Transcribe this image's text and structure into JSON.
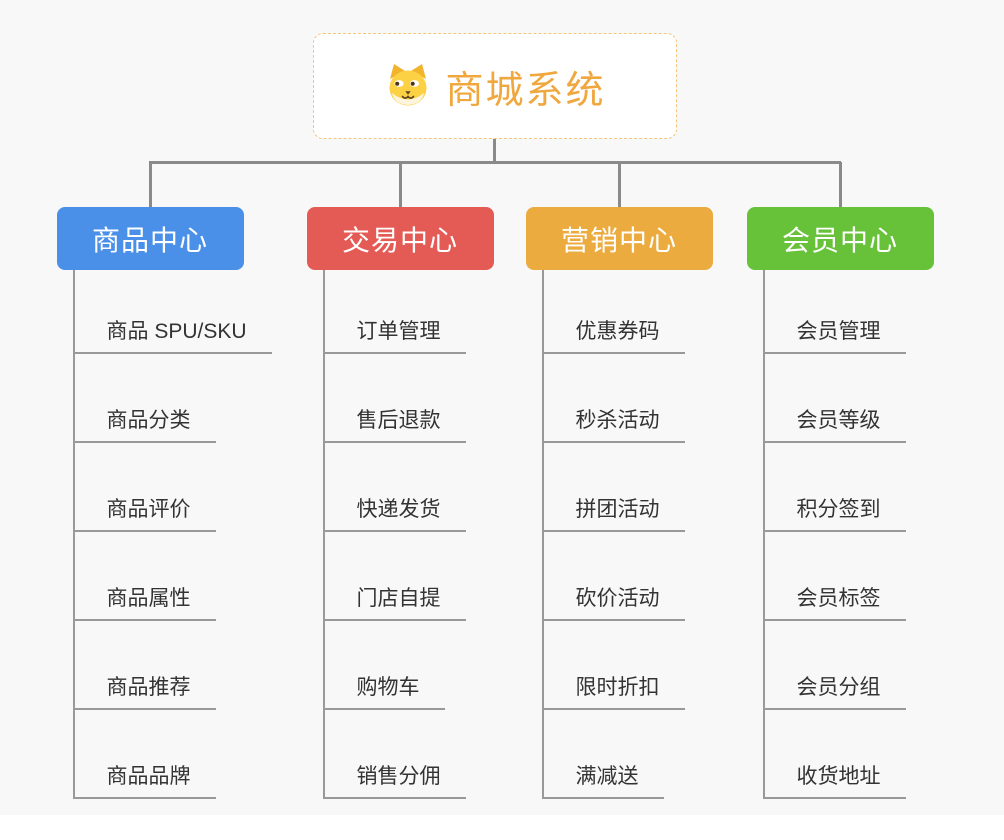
{
  "root": {
    "title": "商城系统",
    "icon": "dog-icon"
  },
  "branches": [
    {
      "label": "商品中心",
      "color": "#4a90e8",
      "items": [
        "商品 SPU/SKU",
        "商品分类",
        "商品评价",
        "商品属性",
        "商品推荐",
        "商品品牌"
      ]
    },
    {
      "label": "交易中心",
      "color": "#e45b56",
      "items": [
        "订单管理",
        "售后退款",
        "快递发货",
        "门店自提",
        "购物车",
        "销售分佣"
      ]
    },
    {
      "label": "营销中心",
      "color": "#ecab3f",
      "items": [
        "优惠券码",
        "秒杀活动",
        "拼团活动",
        "砍价活动",
        "限时折扣",
        "满减送"
      ]
    },
    {
      "label": "会员中心",
      "color": "#67c23a",
      "items": [
        "会员管理",
        "会员等级",
        "积分签到",
        "会员标签",
        "会员分组",
        "收货地址"
      ]
    }
  ],
  "colors": {
    "background": "#f8f8f8",
    "connector": "#8a8a8a",
    "item_line": "#999999",
    "root_text": "#efa73e",
    "root_border": "#f6c479",
    "item_text": "#333333"
  }
}
